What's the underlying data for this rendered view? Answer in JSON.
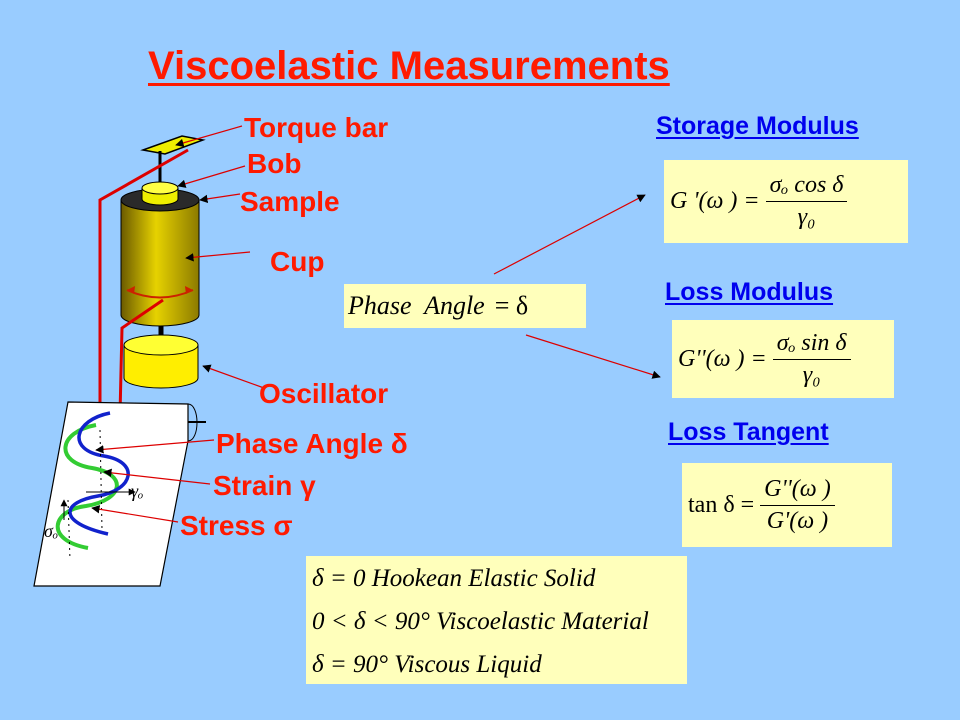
{
  "title": "Viscoelastic Measurements",
  "apparatus_labels": {
    "torque_bar": "Torque bar",
    "bob": "Bob",
    "sample": "Sample",
    "cup": "Cup",
    "oscillator": "Oscillator",
    "phase_angle": "Phase Angle δ",
    "strain": "Strain γ",
    "stress": "Stress σ"
  },
  "plot_symbols": {
    "gamma": "γₒ",
    "sigma": "σₒ"
  },
  "phase_box": {
    "lhs": "Phase  Angle",
    "rhs": "= δ"
  },
  "storage": {
    "heading": "Storage Modulus",
    "lhs": "G '(ω  ) =",
    "num": "σₒ cos δ",
    "den": "γ₀"
  },
  "loss": {
    "heading": "Loss Modulus",
    "lhs": "G''(ω  ) =",
    "num": "σₒ sin δ",
    "den": "γ₀"
  },
  "tangent": {
    "heading": "Loss Tangent",
    "lhs": "tan δ =",
    "num": "G''(ω  )",
    "den": "G'(ω  )"
  },
  "conditions": [
    "δ  = 0  Hookean Elastic Solid",
    "0 < δ  < 90° Viscoelastic Material",
    "δ  = 90°  Viscous Liquid"
  ],
  "colors": {
    "background": "#99CCFF",
    "title_red": "#FF1A00",
    "heading_blue": "#0000EE",
    "formula_box": "#FFFFBB",
    "strain_wave": "#33CC33",
    "stress_wave": "#1122CC",
    "cylinder": "#DDCC00"
  }
}
